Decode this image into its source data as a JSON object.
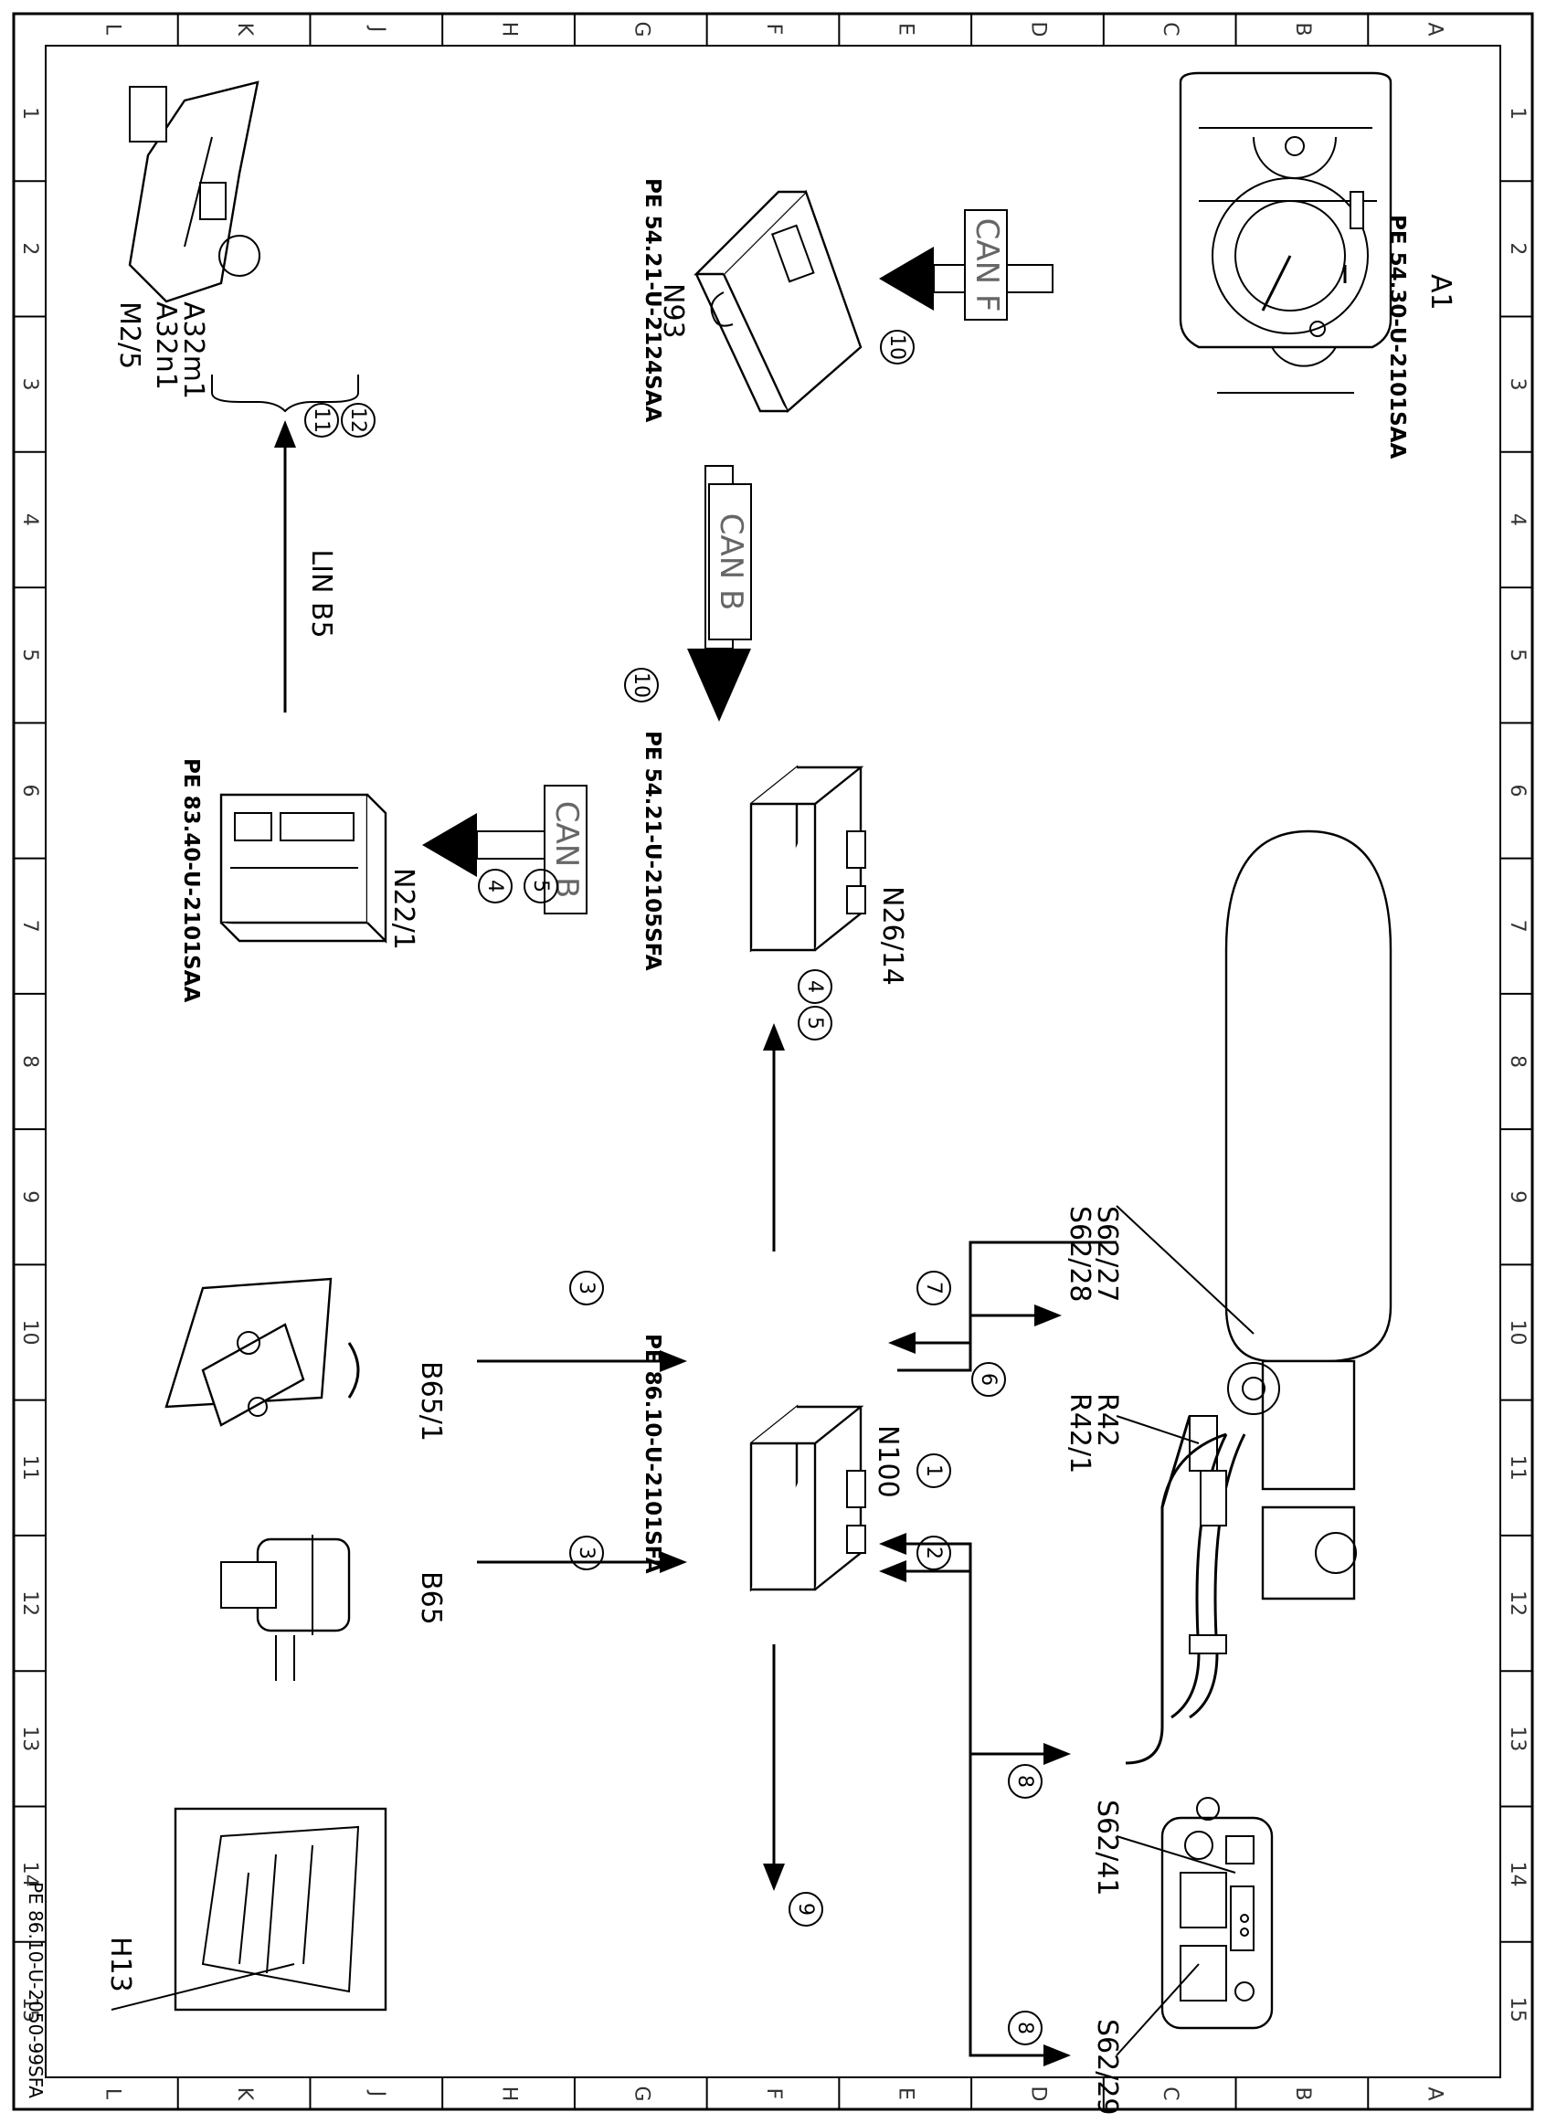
{
  "grid": {
    "columns": [
      "A",
      "B",
      "C",
      "D",
      "E",
      "F",
      "G",
      "H",
      "J",
      "K",
      "L"
    ],
    "rows": [
      "1",
      "2",
      "3",
      "4",
      "5",
      "6",
      "7",
      "8",
      "9",
      "10",
      "11",
      "12",
      "13",
      "14",
      "15"
    ]
  },
  "drawing_id": "PE 86.10-U-2050-99SFA",
  "components": {
    "a1": {
      "label": "A1",
      "ref": "PE 54.30-U-2101SAA"
    },
    "n93": {
      "label": "N93",
      "ref": "PE 54.21-U-2124SAA"
    },
    "n26_14": {
      "label": "N26/14",
      "ref": "PE 54.21-U-2105SFA"
    },
    "n22_1": {
      "label": "N22/1",
      "ref": "PE 83.40-U-2101SAA"
    },
    "n100": {
      "label": "N100",
      "ref": "PE 86.10-U-2101SFA"
    },
    "m2_5": {
      "label": "M2/5"
    },
    "a32m1": {
      "label": "A32m1"
    },
    "a32n1": {
      "label": "A32n1"
    },
    "s62_27": {
      "label": "S62/27"
    },
    "s62_28": {
      "label": "S62/28"
    },
    "r42": {
      "label": "R42"
    },
    "r42_1": {
      "label": "R42/1"
    },
    "s62_41": {
      "label": "S62/41"
    },
    "s62_29": {
      "label": "S62/29"
    },
    "b65_1": {
      "label": "B65/1"
    },
    "b65": {
      "label": "B65"
    },
    "h13": {
      "label": "H13"
    }
  },
  "buses": {
    "can_f": "CAN F",
    "can_b_1": "CAN B",
    "can_b_2": "CAN B",
    "lin_b5": "LIN B5"
  },
  "signals": {
    "s1": "1",
    "s2": "2",
    "s3a": "3",
    "s3b": "3",
    "s4a": "4",
    "s4b": "4",
    "s5a": "5",
    "s5b": "5",
    "s6": "6",
    "s7": "7",
    "s8a": "8",
    "s8b": "8",
    "s9": "9",
    "s10a": "10",
    "s10b": "10",
    "s11": "11",
    "s12": "12"
  }
}
